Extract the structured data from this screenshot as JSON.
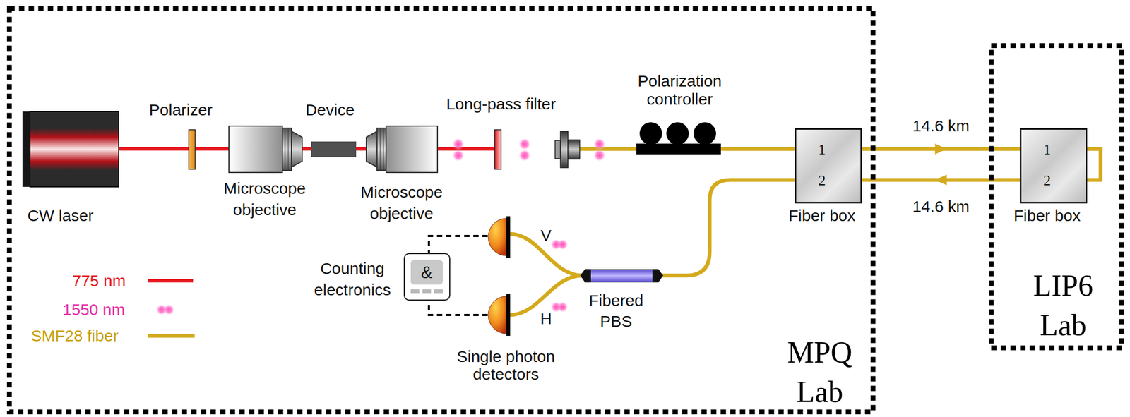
{
  "diagram": {
    "nodes": [
      {
        "text": [
          "MPQ Lab"
        ]
      },
      {
        "text": [
          "1",
          "2",
          "Fiber box"
        ],
        "in": 0
      },
      {
        "text": [
          "&",
          "Counting electronics"
        ],
        "in": 0
      },
      {
        "text": [
          "LIP6 Lab"
        ]
      },
      {
        "text": [
          "1",
          "2",
          "Fiber box"
        ],
        "in": 3
      }
    ],
    "edges": [
      {
        "from": 1,
        "to": 4,
        "arrow": "to",
        "label": "14.6 km"
      },
      {
        "from": 4,
        "to": 1,
        "arrow": "to",
        "label": "14.6 km"
      }
    ],
    "labels": [
      "Polarizer",
      "Device",
      "Long-pass filter",
      "Polarization controller",
      "Microscope objective",
      "Microscope objective",
      "CW laser",
      "V",
      "H",
      "Fibered PBS",
      "Single photon detectors"
    ],
    "legend": [
      {
        "text": "775 nm"
      },
      {
        "text": "1550 nm"
      },
      {
        "text": "SMF28 fiber"
      }
    ]
  }
}
